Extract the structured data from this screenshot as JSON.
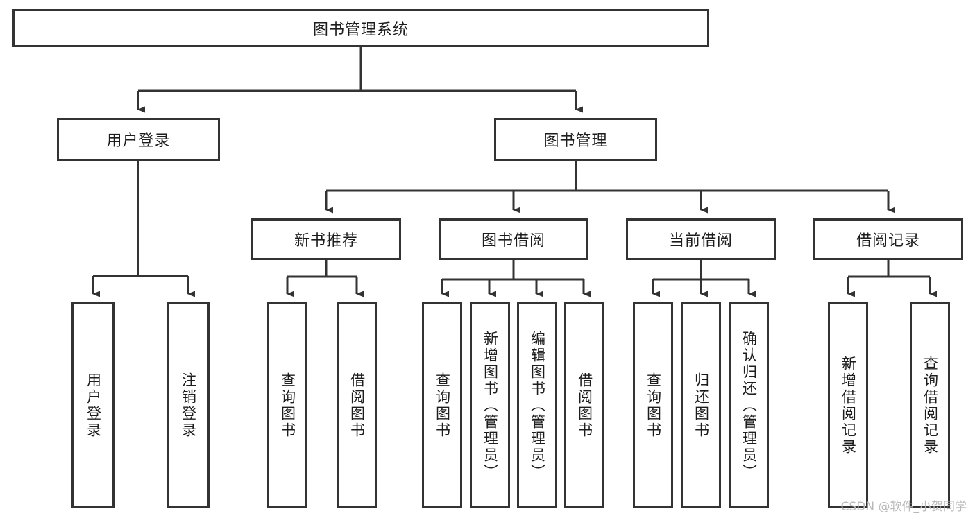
{
  "diagram": {
    "title": "图书管理系统",
    "type": "tree-hierarchy-flowchart",
    "root": {
      "label": "图书管理系统"
    },
    "level2": [
      {
        "label": "用户登录"
      },
      {
        "label": "图书管理"
      }
    ],
    "level3": [
      {
        "label": "新书推荐"
      },
      {
        "label": "图书借阅"
      },
      {
        "label": "当前借阅"
      },
      {
        "label": "借阅记录"
      }
    ],
    "leaves": {
      "user_login": [
        {
          "label": "用户登录"
        },
        {
          "label": "注销登录"
        }
      ],
      "new_book_recommend": [
        {
          "label": "查询图书"
        },
        {
          "label": "借阅图书"
        }
      ],
      "book_borrow": [
        {
          "label": "查询图书"
        },
        {
          "label": "新增图书（管理员）"
        },
        {
          "label": "编辑图书（管理员）"
        },
        {
          "label": "借阅图书"
        }
      ],
      "current_borrow": [
        {
          "label": "查询图书"
        },
        {
          "label": "归还图书"
        },
        {
          "label": "确认归还（管理员）"
        }
      ],
      "borrow_record": [
        {
          "label": "新增借阅记录"
        },
        {
          "label": "查询借阅记录"
        }
      ]
    }
  },
  "watermark": {
    "text": "CSDN @软件_小贺同学"
  },
  "colors": {
    "box_border": "#333333",
    "box_fill": "#ffffff",
    "text": "#1d1d1d",
    "edge": "#333333",
    "watermark": "#b9b9b9",
    "background": "#ffffff"
  }
}
